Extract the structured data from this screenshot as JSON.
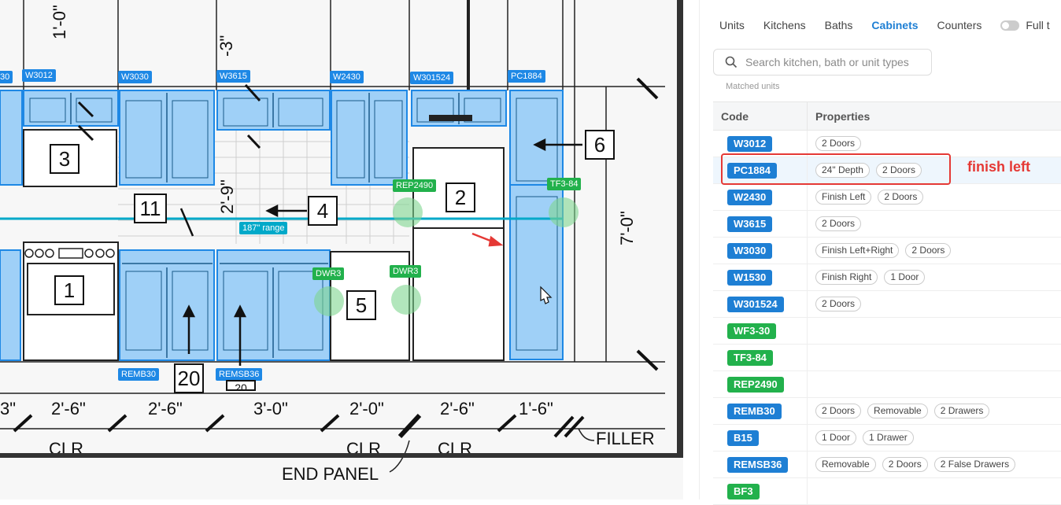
{
  "drawing": {
    "tags": [
      {
        "id": "w30-left",
        "text": "30",
        "color": "blue"
      },
      {
        "id": "w3012",
        "text": "W3012",
        "color": "blue"
      },
      {
        "id": "w3030",
        "text": "W3030",
        "color": "blue"
      },
      {
        "id": "w3615",
        "text": "W3615",
        "color": "blue"
      },
      {
        "id": "w2430",
        "text": "W2430",
        "color": "blue"
      },
      {
        "id": "w301524",
        "text": "W301524",
        "color": "blue"
      },
      {
        "id": "pc1884",
        "text": "PC1884",
        "color": "blue"
      },
      {
        "id": "rep2490",
        "text": "REP2490",
        "color": "green"
      },
      {
        "id": "tf384",
        "text": "TF3-84",
        "color": "green"
      },
      {
        "id": "range",
        "text": "187\" range",
        "color": "cyan"
      },
      {
        "id": "dwr3a",
        "text": "DWR3",
        "color": "green"
      },
      {
        "id": "dwr3b",
        "text": "DWR3",
        "color": "green"
      },
      {
        "id": "remb30",
        "text": "REMB30",
        "color": "blue"
      },
      {
        "id": "remsb36",
        "text": "REMSB36",
        "color": "blue"
      }
    ],
    "callouts": {
      "c3": "3",
      "c2": "2",
      "c6": "6",
      "c11": "11",
      "c4": "4",
      "c1": "1",
      "c5": "5",
      "c20": "20",
      "c20b": "20"
    },
    "dimensions": {
      "top_left": "1'-0\"",
      "top_mid": "-3\"",
      "mid_vert": "2'-9\"",
      "right_vert": "7'-0\"",
      "d1": "3\"",
      "d2": "2'-6\"",
      "d3": "2'-6\"",
      "d4": "3'-0\"",
      "d5": "2'-0\"",
      "d6": "2'-6\"",
      "d7": "1'-6\"",
      "clr1": "CLR",
      "clr2": "CLR",
      "clr3": "CLR",
      "filler": "FILLER",
      "end_panel": "END PANEL"
    }
  },
  "panel": {
    "tabs": [
      {
        "label": "Units",
        "active": false
      },
      {
        "label": "Kitchens",
        "active": false
      },
      {
        "label": "Baths",
        "active": false
      },
      {
        "label": "Cabinets",
        "active": true
      },
      {
        "label": "Counters",
        "active": false
      }
    ],
    "toggle_label": "Full t",
    "search_placeholder": "Search kitchen, bath or unit types",
    "clipped_text": "Matched units",
    "table": {
      "col_code": "Code",
      "col_props": "Properties",
      "rows": [
        {
          "code": "W3012",
          "color": "blue",
          "props": [
            "2 Doors"
          ]
        },
        {
          "code": "PC1884",
          "color": "blue",
          "props": [
            "24\" Depth",
            "2 Doors"
          ],
          "highlight": true
        },
        {
          "code": "W2430",
          "color": "blue",
          "props": [
            "Finish Left",
            "2 Doors"
          ]
        },
        {
          "code": "W3615",
          "color": "blue",
          "props": [
            "2 Doors"
          ]
        },
        {
          "code": "W3030",
          "color": "blue",
          "props": [
            "Finish Left+Right",
            "2 Doors"
          ]
        },
        {
          "code": "W1530",
          "color": "blue",
          "props": [
            "Finish Right",
            "1 Door"
          ]
        },
        {
          "code": "W301524",
          "color": "blue",
          "props": [
            "2 Doors"
          ]
        },
        {
          "code": "WF3-30",
          "color": "green",
          "props": []
        },
        {
          "code": "TF3-84",
          "color": "green",
          "props": []
        },
        {
          "code": "REP2490",
          "color": "green",
          "props": []
        },
        {
          "code": "REMB30",
          "color": "blue",
          "props": [
            "2 Doors",
            "Removable",
            "2 Drawers"
          ]
        },
        {
          "code": "B15",
          "color": "blue",
          "props": [
            "1 Door",
            "1 Drawer"
          ]
        },
        {
          "code": "REMSB36",
          "color": "blue",
          "props": [
            "Removable",
            "2 Doors",
            "2 False Drawers"
          ]
        },
        {
          "code": "BF3",
          "color": "green",
          "props": []
        }
      ]
    },
    "annotation": "finish left"
  }
}
